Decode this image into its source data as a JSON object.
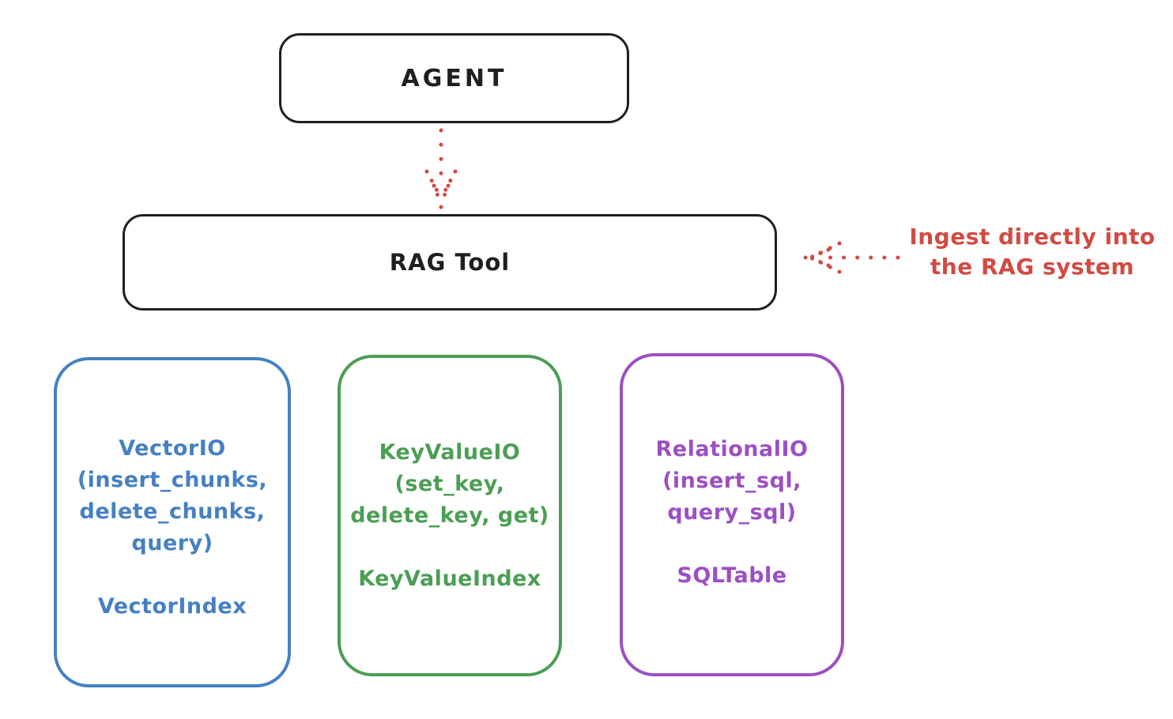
{
  "diagram": {
    "title_context": "RAG Tool architecture sketch",
    "agent": {
      "label": "AGENT"
    },
    "rag_tool": {
      "label": "RAG Tool"
    },
    "annotation": {
      "line1": "Ingest directly into",
      "line2": "the RAG system"
    },
    "backends": [
      {
        "id": "vector-io",
        "lines": [
          "VectorIO",
          "(insert_chunks,",
          "delete_chunks,",
          "query)"
        ],
        "index_label": "VectorIndex",
        "color": "#4580c2"
      },
      {
        "id": "keyvalue-io",
        "lines": [
          "KeyValueIO",
          "(set_key,",
          "delete_key, get)"
        ],
        "index_label": "KeyValueIndex",
        "color": "#4b9e54"
      },
      {
        "id": "relational-io",
        "lines": [
          "RelationalIO",
          "(insert_sql,",
          "query_sql)"
        ],
        "index_label": "SQLTable",
        "color": "#9c4fc3"
      }
    ],
    "arrows": [
      {
        "id": "agent-to-ragtool",
        "style": "dotted",
        "color": "#d14b42",
        "direction": "down"
      },
      {
        "id": "ingest-to-ragtool",
        "style": "dotted",
        "color": "#d14b42",
        "direction": "left"
      }
    ],
    "colors": {
      "stroke_black": "#1f1f1f",
      "red": "#d14b42",
      "blue": "#4580c2",
      "green": "#4b9e54",
      "purple": "#9c4fc3",
      "background": "#ffffff"
    }
  }
}
